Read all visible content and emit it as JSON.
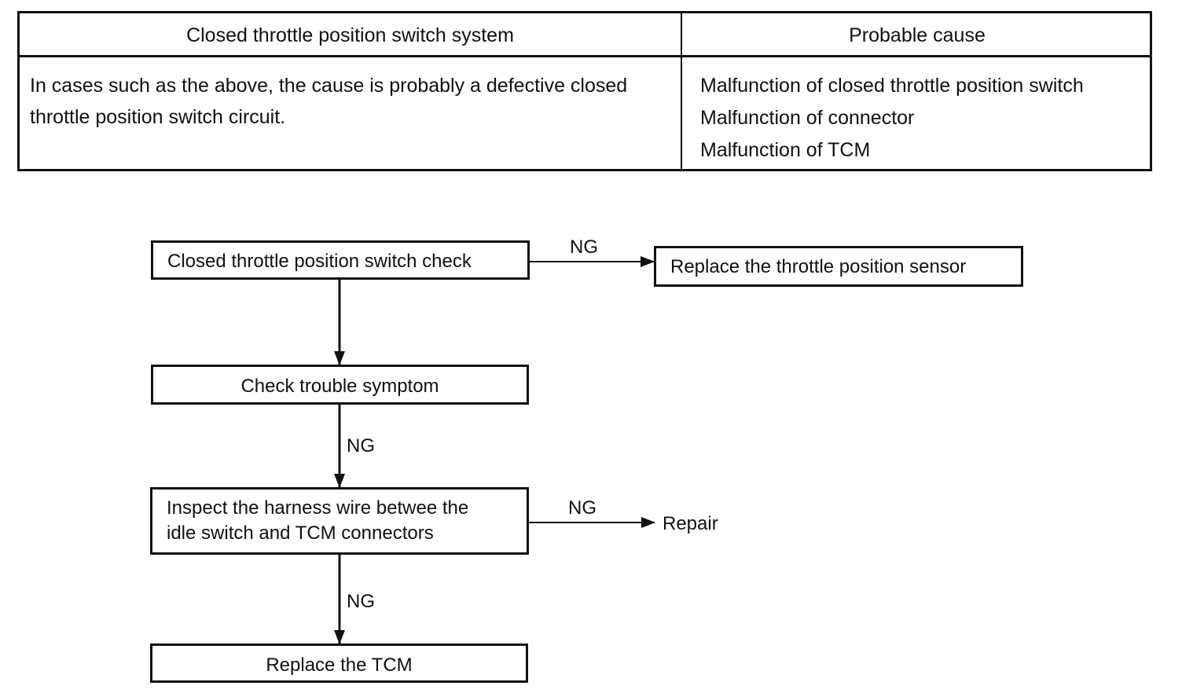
{
  "table": {
    "header_left": "Closed throttle position switch system",
    "header_right": "Probable cause",
    "description": "In cases such as the above, the cause is probably a defective closed throttle position switch circuit.",
    "causes": [
      "Malfunction of closed throttle position switch",
      "Malfunction of connector",
      "Malfunction of TCM"
    ]
  },
  "flow": {
    "step_check_switch": "Closed throttle position switch check",
    "step_replace_sensor": "Replace the throttle position sensor",
    "step_check_symptom": "Check trouble symptom",
    "step_inspect_line1": "Inspect the harness wire betwee the",
    "step_inspect_line2": "idle switch and TCM connectors",
    "step_replace_tcm": "Replace the TCM",
    "label_ng": "NG",
    "label_repair": "Repair"
  }
}
